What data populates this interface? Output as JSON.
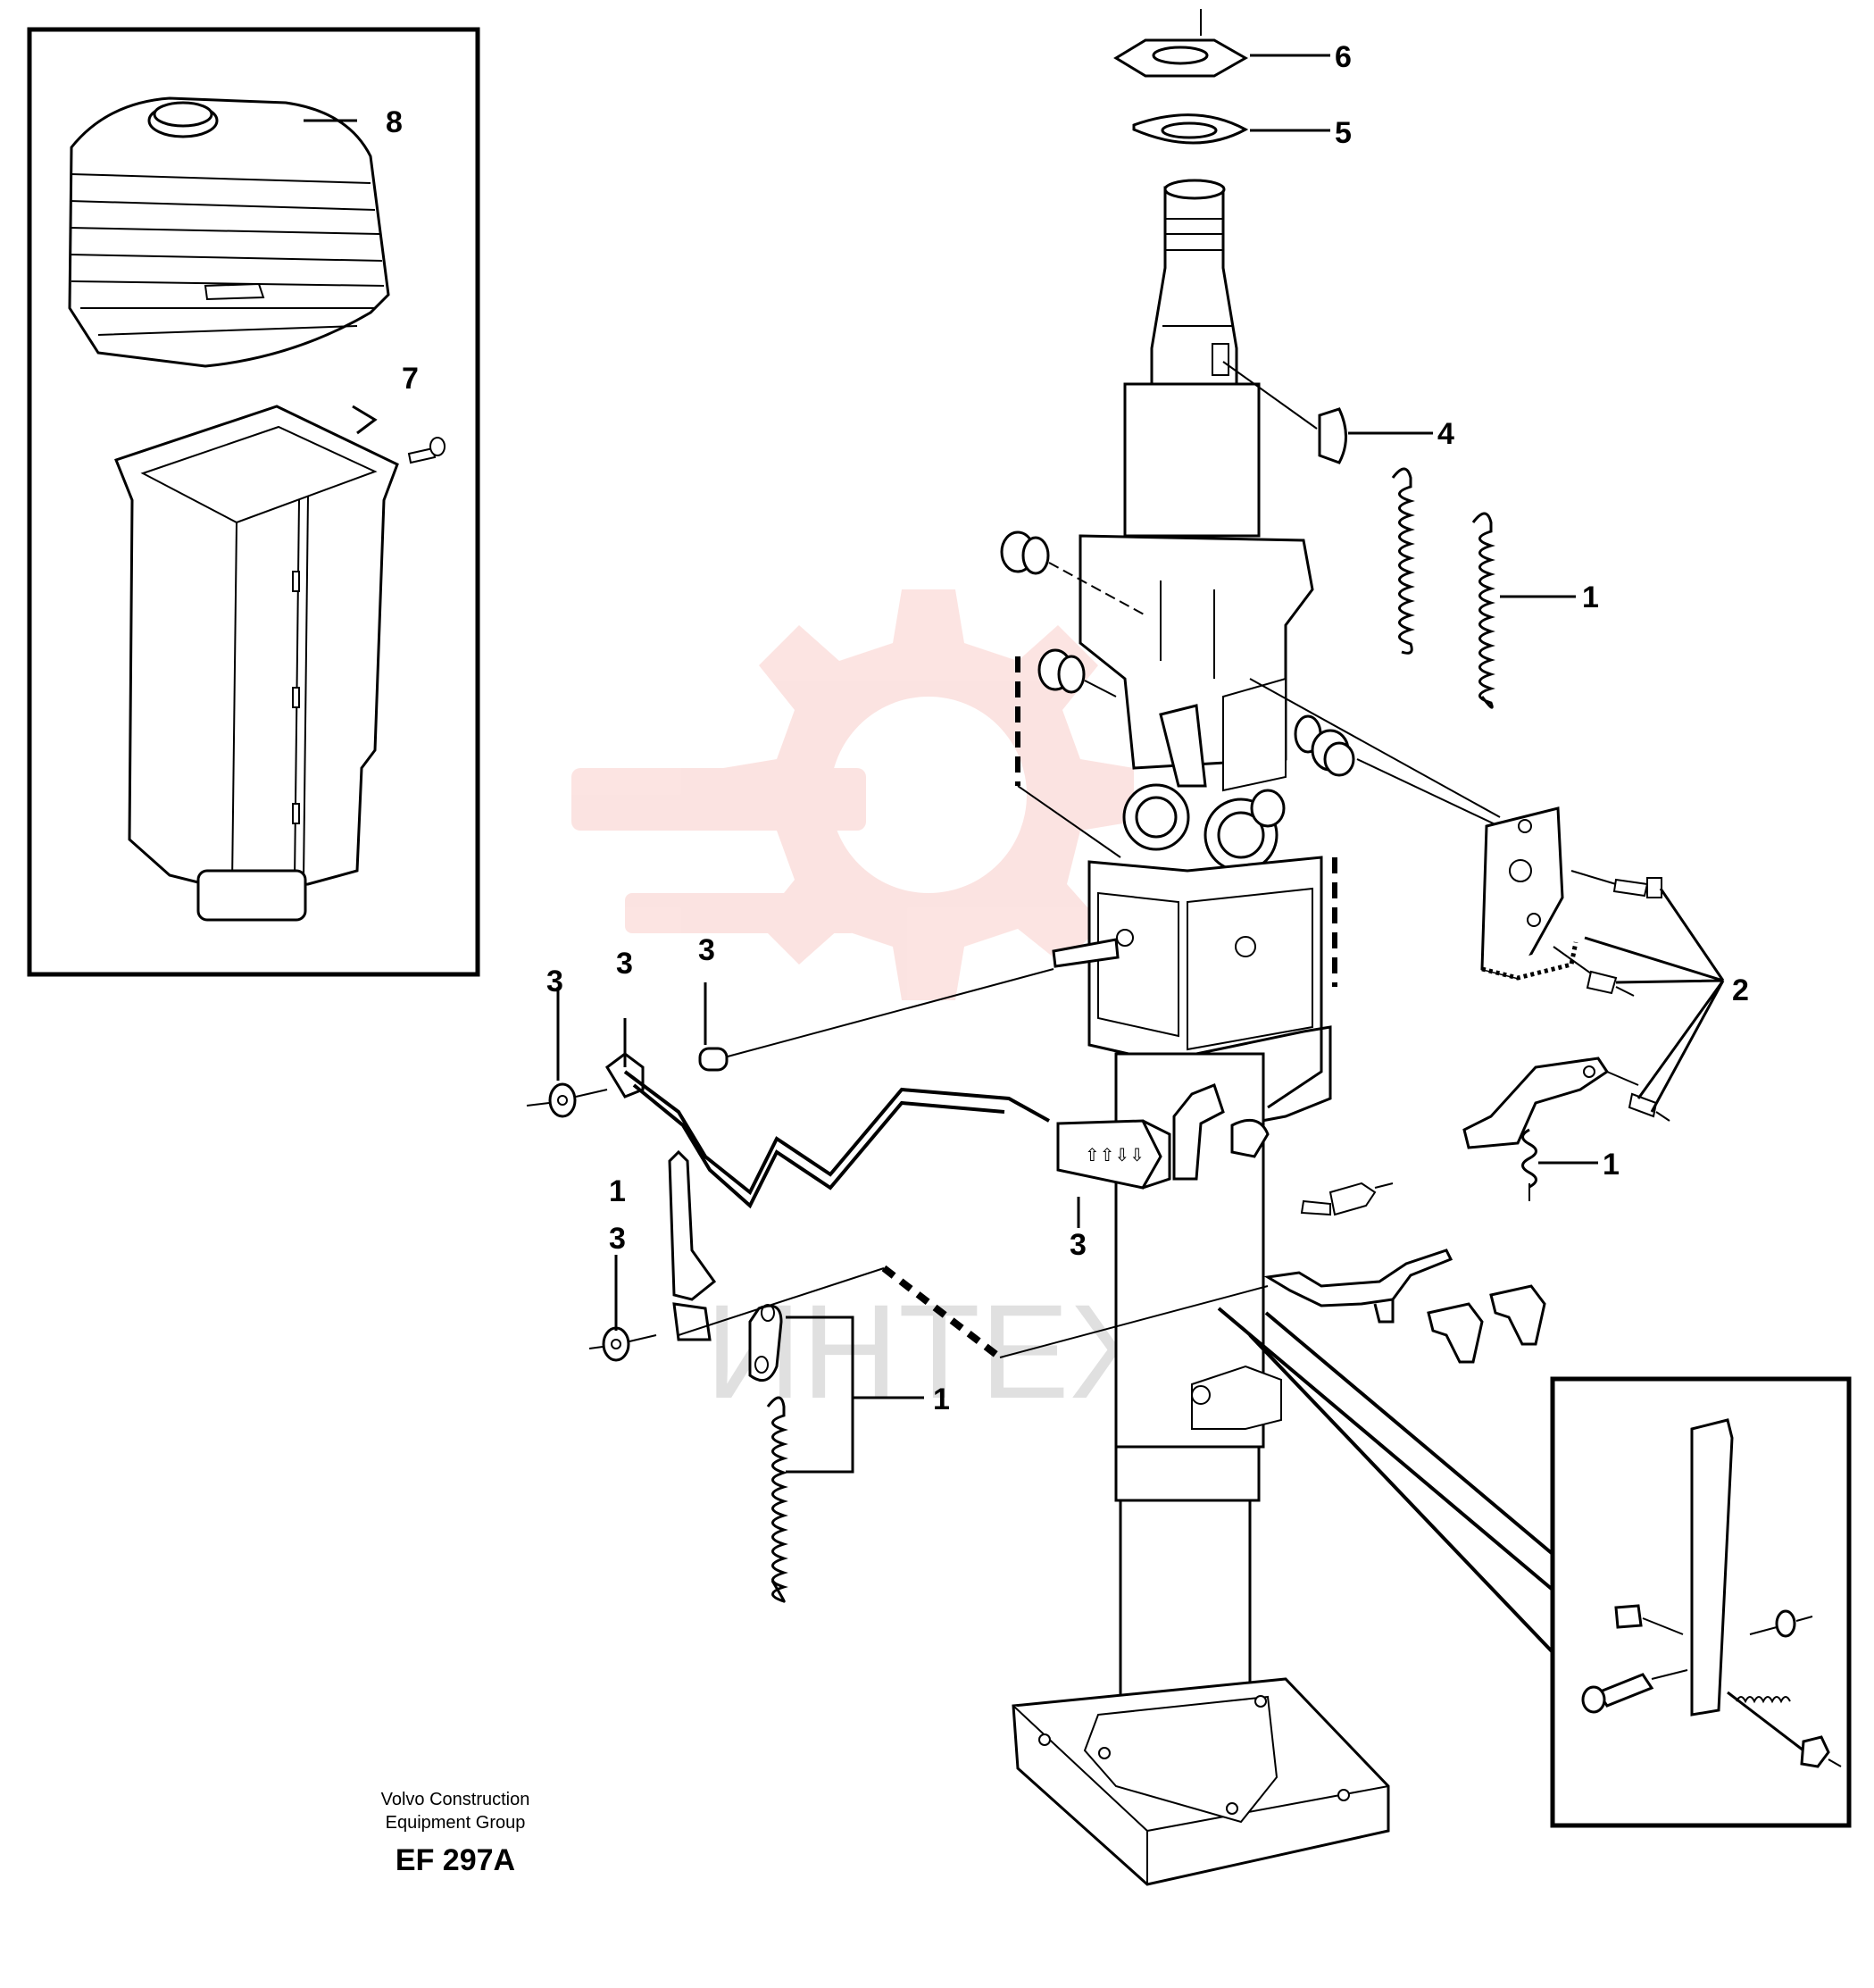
{
  "watermark": {
    "text": "ИНТЕХ",
    "color": "#e8321e"
  },
  "callouts": {
    "c1_spring_right": "1",
    "c1_bottom_spring": "1",
    "c1_link": "1",
    "c1_left": "1",
    "c2": "2",
    "c3_far_left": "3",
    "c3_left": "3",
    "c3_mid": "3",
    "c3_lower_left": "3",
    "c3_grip": "3",
    "c4": "4",
    "c5": "5",
    "c6": "6",
    "c7": "7",
    "c8": "8"
  },
  "grip_marking": "⇧⇧⇩⇩",
  "caption": {
    "line1": "Volvo Construction",
    "line2": "Equipment Group",
    "code": "EF 297A"
  },
  "colors": {
    "line": "#000000",
    "watermark": "#e8321e"
  }
}
